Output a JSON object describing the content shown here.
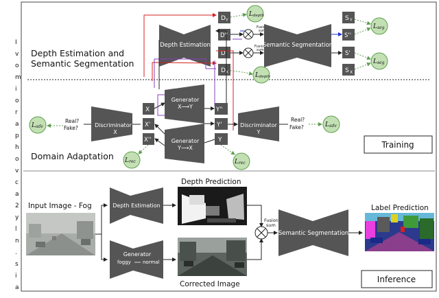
{
  "side_letters": [
    "I",
    "v",
    "o",
    "m",
    "i",
    "o",
    "r",
    "a",
    "p",
    "h",
    "o",
    "v",
    "c",
    "a",
    "2",
    "y",
    "l",
    "n",
    ".",
    "s",
    "i",
    "a"
  ],
  "training": {
    "section_title_line1": "Depth Estimation and",
    "section_title_line2": "Semantic Segmentation",
    "domain_adaptation": "Domain Adaptation",
    "badge": "Training",
    "depth_estimation": "Depth Estimation",
    "semantic_segmentation": "Semantic Segmentation",
    "depth_inputs": {
      "dy": "D",
      "dy_sub": "Y",
      "d2": "D''",
      "d1": "D'",
      "dx": "D",
      "dx_sub": "X"
    },
    "seg_outputs": {
      "sy": "S",
      "sy_sub": "Y",
      "s2": "S''",
      "s1": "S'",
      "sx": "S",
      "sx_sub": "X"
    },
    "fusion": "Fusion",
    "sum": "sum",
    "loss_depth": "depth",
    "loss_seg": "seg",
    "loss_adv": "adv",
    "loss_rec": "rec",
    "loss_L": "L",
    "disc_label": "Discriminator",
    "disc_x": "X",
    "disc_y": "Y",
    "real": "Real?",
    "fake": "Fake?",
    "gen_label": "Generator",
    "gen_xy": "X⟶Y",
    "gen_yx": "Y⟶X",
    "x_col": [
      "X",
      "X'",
      "X''"
    ],
    "y_col": [
      "Y''",
      "Y'",
      "Y"
    ]
  },
  "inference": {
    "badge": "Inference",
    "input_label": "Input Image - Fog",
    "depth_prediction": "Depth Prediction",
    "corrected_image": "Corrected Image",
    "label_prediction": "Label Prediction",
    "depth_estimation": "Depth Estimation",
    "generator": "Generator",
    "foggy": "foggy",
    "normal": "normal",
    "fusion": "Fusion",
    "sum": "sum",
    "semantic_segmentation": "Semantic Segmentation"
  },
  "colors": {
    "block": "#555555",
    "loss_fill": "#c3e0b4",
    "loss_stroke": "#5e9e4e",
    "red": "#d42020",
    "purple": "#8a3fbf",
    "blue": "#2030d8"
  }
}
